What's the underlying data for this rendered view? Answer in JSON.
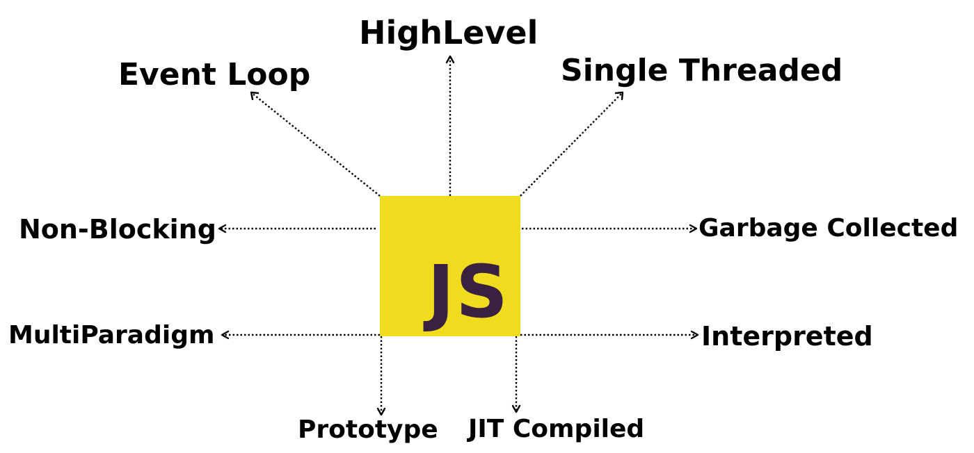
{
  "logo": {
    "text": "JS",
    "background": "#F0DB1F",
    "text_color": "#3B2140"
  },
  "labels": {
    "highlevel": "HighLevel",
    "event_loop": "Event Loop",
    "single_threaded": "Single Threaded",
    "non_blocking": "Non-Blocking",
    "garbage_collected": "Garbage Collected",
    "multiparadigm": "MultiParadigm",
    "interpreted": "Interpreted",
    "prototype": "Prototype",
    "jit_compiled": "JIT Compiled"
  },
  "colors": {
    "text": "#000000",
    "arrow": "#000000",
    "background": "#FFFFFF"
  }
}
